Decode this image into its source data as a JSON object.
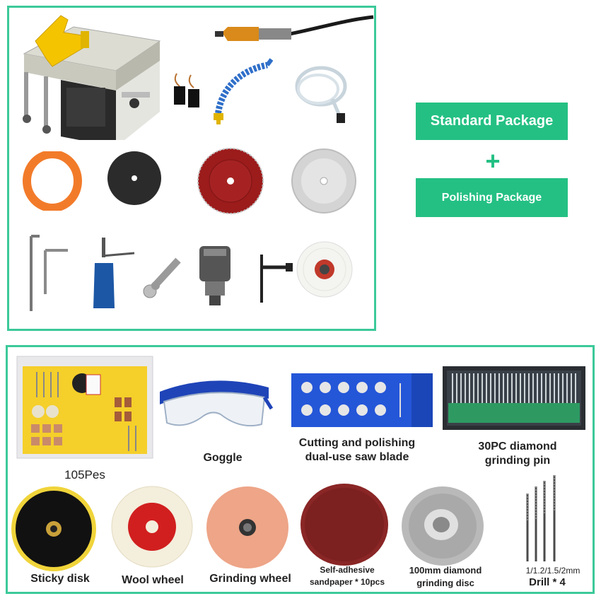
{
  "packages": {
    "standard": "Standard Package",
    "plus": "+",
    "polishing": "Polishing Package"
  },
  "polishing_items": {
    "kit_caption": "105Pes",
    "goggle": "Goggle",
    "saw_blade_line1": "Cutting and polishing",
    "saw_blade_line2": "dual-use saw blade",
    "pin_line1": "30PC diamond",
    "pin_line2": "grinding pin",
    "sticky_disk": "Sticky disk",
    "wool_wheel": "Wool wheel",
    "grinding_wheel": "Grinding wheel",
    "sandpaper_line1": "Self-adhesive",
    "sandpaper_line2": "sandpaper * 10pcs",
    "diamond_disc_line1": "100mm diamond",
    "diamond_disc_line2": "grinding disc",
    "drill_sizes": "1/1.2/1.5/2mm",
    "drill": "Drill * 4"
  },
  "colors": {
    "frame": "#3cc99a",
    "badge": "#24c083"
  }
}
